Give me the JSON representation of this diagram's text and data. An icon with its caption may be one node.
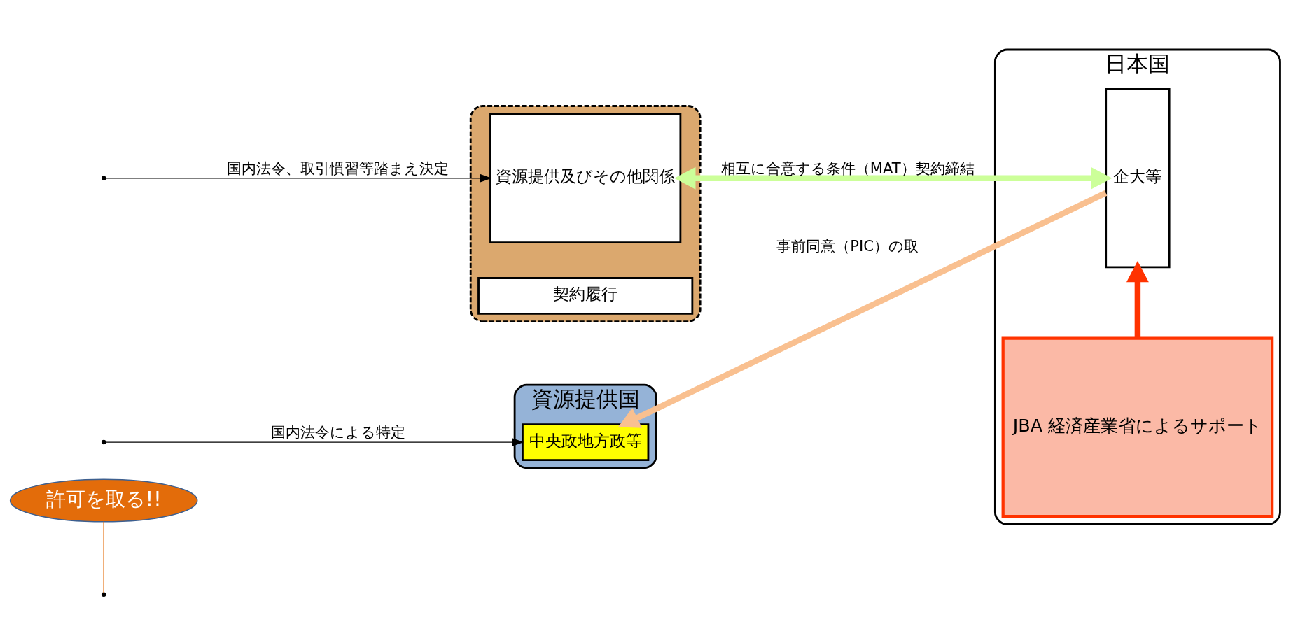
{
  "diagram": {
    "nodes": [
      {
        "text": [
          "許可を取る!!"
        ]
      },
      {
        "text": [
          "資源提供国"
        ]
      },
      {
        "text": [
          "中央政地方政等"
        ],
        "in": 1
      },
      {
        "text": [
          "日本国"
        ]
      },
      {
        "text": [
          "企大等"
        ],
        "in": 3
      },
      {
        "text": [],
        "shape": "box"
      },
      {
        "text": [
          "資源提供及びその他関係"
        ],
        "in": 5
      },
      {
        "text": [
          "契約履行"
        ],
        "in": 5
      },
      {
        "text": [
          "JBA 経済産業省によるサポート"
        ],
        "in": 3
      }
    ],
    "edges": [
      {
        "from": null,
        "to": 2,
        "arrow": "to",
        "label": "国内法令による特定"
      },
      {
        "from": null,
        "to": 6,
        "arrow": "to",
        "label": "国内法令、取引慣習等踏まえ決定"
      },
      {
        "from": 4,
        "to": 2,
        "arrow": "to",
        "label": "事前同意（PIC）の取",
        "style": "thick",
        "color": "#f9c090"
      },
      {
        "from": 6,
        "to": 4,
        "arrow": "both",
        "label": "相互に合意する条件（MAT）契約締結",
        "style": "thick",
        "color": "#ccff99"
      },
      {
        "from": 8,
        "to": 4,
        "arrow": "to",
        "style": "thick",
        "color": "#ff3300"
      },
      {
        "from": 0,
        "to": null,
        "arrow": "none",
        "color": "#e36c0a"
      }
    ]
  }
}
